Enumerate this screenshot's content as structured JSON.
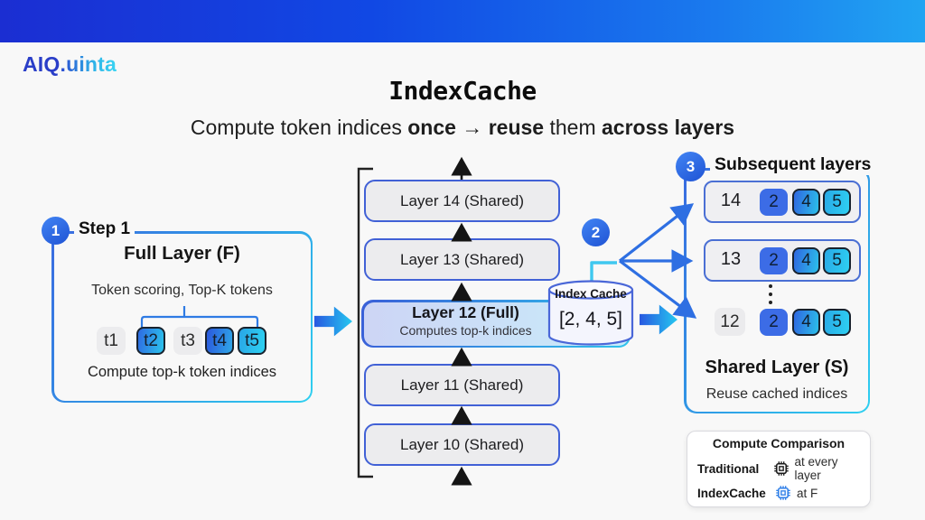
{
  "header": {
    "logo_part1": "AIQ",
    "logo_part2": ".uinta",
    "title": "IndexCache",
    "subtitle": {
      "s0": "Compute token indices ",
      "s1": "once",
      "s2": " → ",
      "s3": "reuse",
      "s4": " them ",
      "s5": "across layers"
    }
  },
  "step1": {
    "badge": "1",
    "label": "Step 1",
    "heading": "Full Layer (F)",
    "scoring": "Token scoring, Top-K tokens",
    "tokens": [
      "t1",
      "t2",
      "t3",
      "t4",
      "t5"
    ],
    "caption": "Compute top-k token indices"
  },
  "stack": {
    "layer14": "Layer 14 (Shared)",
    "layer13": "Layer 13 (Shared)",
    "layer12_title": "Layer 12 (Full)",
    "layer12_sub": "Computes top-k indices",
    "layer11": "Layer 11 (Shared)",
    "layer10": "Layer 10 (Shared)"
  },
  "cache": {
    "badge": "2",
    "label": "Index Cache",
    "value": "[2, 4, 5]"
  },
  "subsequent": {
    "badge": "3",
    "title": "Subsequent layers",
    "row14": "14",
    "row13": "13",
    "row12": "12",
    "chips": [
      "2",
      "4",
      "5"
    ],
    "heading": "Shared Layer (S)",
    "caption": "Reuse cached indices"
  },
  "comparison": {
    "title": "Compute Comparison",
    "row1_name": "Traditional",
    "row1_desc": "at every layer",
    "row2_name": "IndexCache",
    "row2_desc": "at F"
  },
  "colors": {
    "accent_blue": "#2e6fe2",
    "accent_cyan": "#2fc8ee",
    "topbar_left": "#1b2ed2",
    "topbar_right": "#21a4f2",
    "chip_border": "#18222e"
  }
}
